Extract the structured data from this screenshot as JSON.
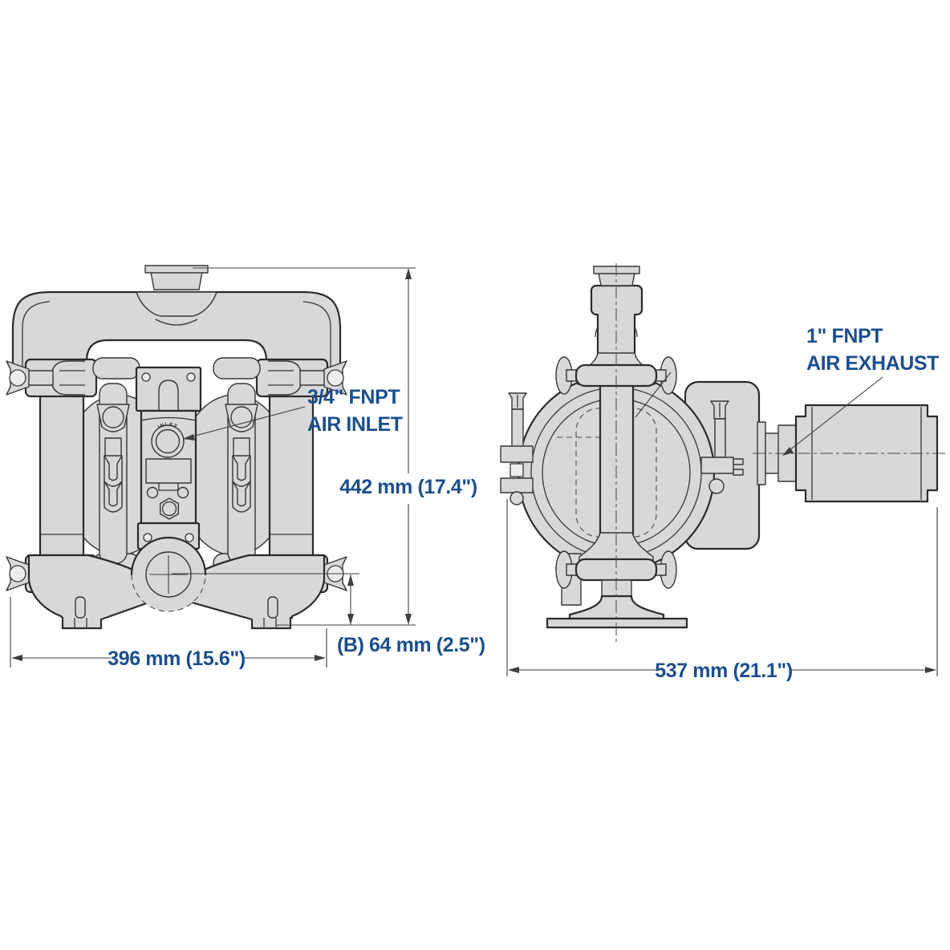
{
  "front_view": {
    "name": "pump-front-view",
    "air_inlet": {
      "line1": "3/4\" FNPT",
      "line2": "AIR INLET"
    },
    "inlet_marking": "INLET",
    "dim_height": "442 mm (17.4\")",
    "dim_width": "396 mm (15.6\")",
    "dim_b": "(B) 64 mm (2.5\")"
  },
  "side_view": {
    "name": "pump-side-view",
    "air_exhaust": {
      "line1": "1\" FNPT",
      "line2": "AIR EXHAUST"
    },
    "dim_depth": "537 mm (21.1\")"
  },
  "colors": {
    "annotation_blue": "#1b4e8e",
    "body_fill": "#d7d8da",
    "outline": "#2b2b2b",
    "dim_line": "#3e3e3e"
  }
}
